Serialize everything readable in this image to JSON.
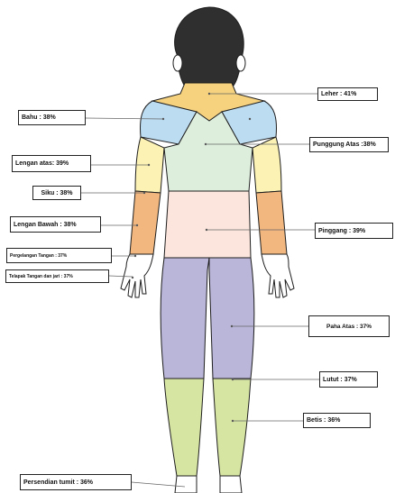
{
  "diagram": {
    "labels": {
      "leher": "Leher : 41%",
      "bahu": "Bahu : 38%",
      "punggung_atas": "Punggung Atas :38%",
      "lengan_atas": "Lengan atas: 39%",
      "siku": "Siku : 38%",
      "lengan_bawah": "Lengan Bawah : 38%",
      "pinggang": "Pinggang : 39%",
      "pergelangan_tangan": "Pergelangan Tangan : 37%",
      "telapak_tangan": "Telapak Tangan dan jari : 37%",
      "paha_atas": "Paha Atas : 37%",
      "lutut": "Lutut : 37%",
      "betis": "Betis : 36%",
      "persendian_tumit": "Persendian tumit : 36%"
    },
    "colors": {
      "neck": "#f6d27e",
      "shoulder": "#bcdcf2",
      "upper_back": "#ddeedd",
      "upper_arm": "#fbf2b4",
      "forearm": "#f2b77f",
      "waist": "#fbe5dc",
      "thigh": "#b9b6d9",
      "calf": "#d7e5a3",
      "hair": "#2f2f2f",
      "skin": "#ffffff",
      "outline": "#1e1e1e"
    }
  }
}
